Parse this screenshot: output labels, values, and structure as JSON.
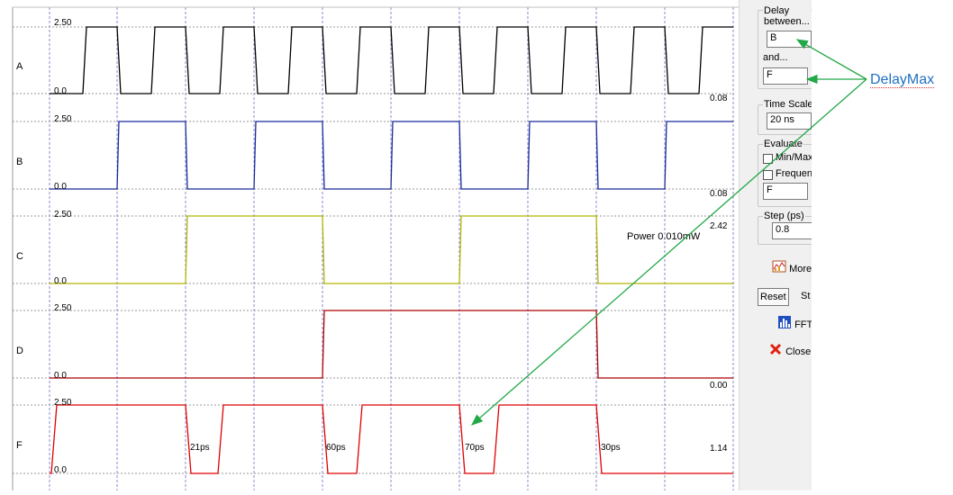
{
  "signals": [
    {
      "name": "A",
      "max_label": "2.50",
      "min_label": "0.0",
      "value": "0.08",
      "color": "#000000"
    },
    {
      "name": "B",
      "max_label": "2.50",
      "min_label": "0.0",
      "value": "0.08",
      "color": "#1a2a9a"
    },
    {
      "name": "C",
      "max_label": "2.50",
      "min_label": "0.0",
      "value": "2.42",
      "color": "#b4b400"
    },
    {
      "name": "D",
      "max_label": "2.50",
      "min_label": "0.0",
      "value": "0.00",
      "color": "#b00000"
    },
    {
      "name": "F",
      "max_label": "2.50",
      "min_label": "0.0",
      "value": "1.14",
      "color": "#e00000"
    }
  ],
  "power_label": "Power 0.010mW",
  "delays": [
    "21ps",
    "60ps",
    "70ps",
    "30ps"
  ],
  "panel": {
    "delay_group": {
      "title_line1": "Delay",
      "title_line2": "between...",
      "field1_value": "B",
      "and_label": "and...",
      "field2_value": "F"
    },
    "time_scale": {
      "title": "Time Scale",
      "value": "20 ns"
    },
    "evaluate": {
      "title": "Evaluate",
      "minmax_label": "Min/Max",
      "freq_label": "Frequency",
      "field_value": "F"
    },
    "step": {
      "title": "Step (ps)",
      "value": "0.8"
    },
    "more_label": "More",
    "reset_label": "Reset",
    "start_label": "St",
    "fft_label": "FFT",
    "close_label": "Close"
  },
  "annotation": {
    "text": "DelayMax",
    "color": "#1f70c1",
    "arrow_color": "#22a846"
  }
}
